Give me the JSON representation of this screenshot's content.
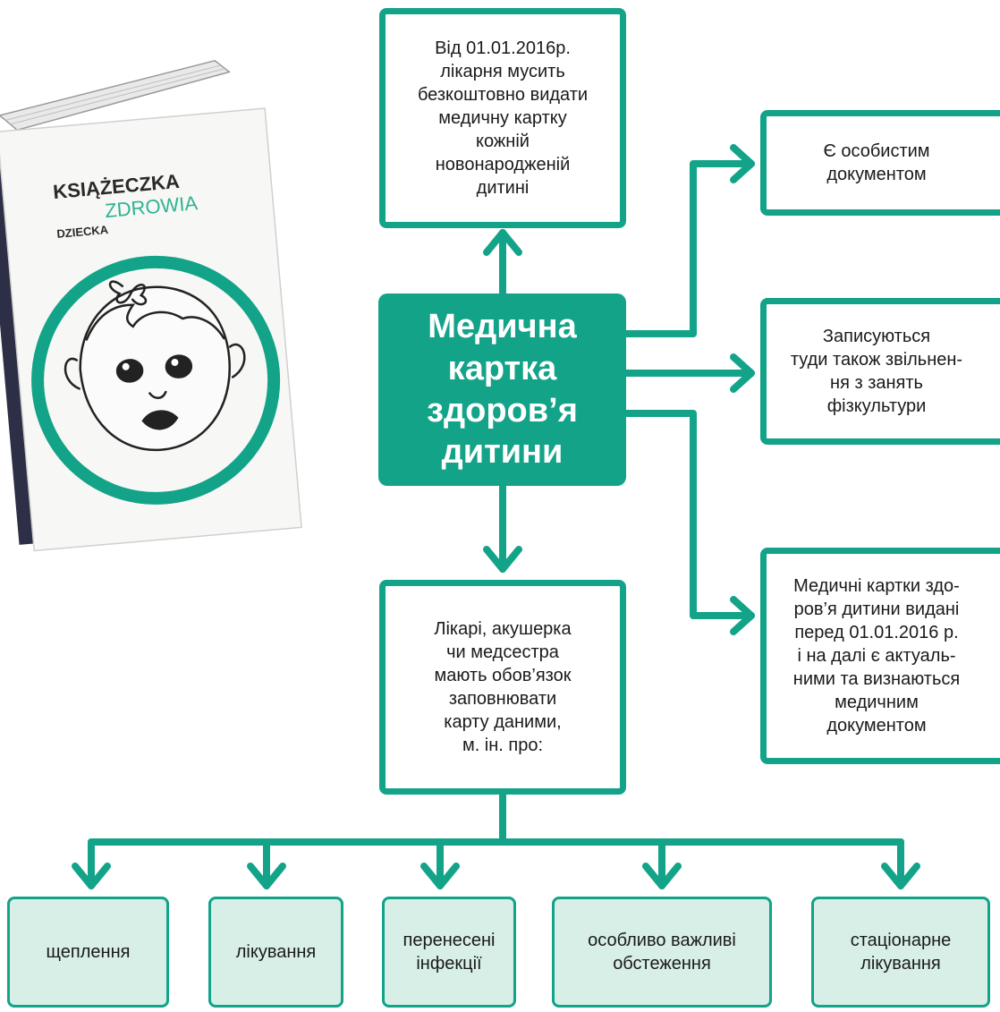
{
  "colors": {
    "accent": "#13a388",
    "leaf_fill": "#d7efe7",
    "text": "#1a1a1a",
    "center_text": "#ffffff"
  },
  "illustration": {
    "cover_line1": "KSIĄŻECZKA",
    "cover_line2": "ZDROWIA",
    "cover_line3": "DZIECKA"
  },
  "diagram": {
    "center": "Медична\nкартка\nздоров’я\nдитини",
    "top": "Від 01.01.2016р.\nлікарня мусить\nбезкоштовно видати\nмедичну картку\nкожній\nновонародженій\nдитині",
    "right": [
      "Є особистим\nдокументом",
      "Записуються\nтуди також звільнен-\nня з занять\nфізкультури",
      "Медичні картки здо-\nров’я дитини видані\nперед 01.01.2016 р.\nі на далі є актуаль-\nними та визнаються\nмедичним\nдокументом"
    ],
    "bottom": "Лікарі, акушерка\nчи медсестра\nмають обов’язок\nзаповнювати\nкарту даними,\nм. ін. про:",
    "leaves": [
      "щеплення",
      "лікування",
      "перенесені\nінфекції",
      "особливо важливі\nобстеження",
      "стаціонарне\nлікування"
    ]
  }
}
